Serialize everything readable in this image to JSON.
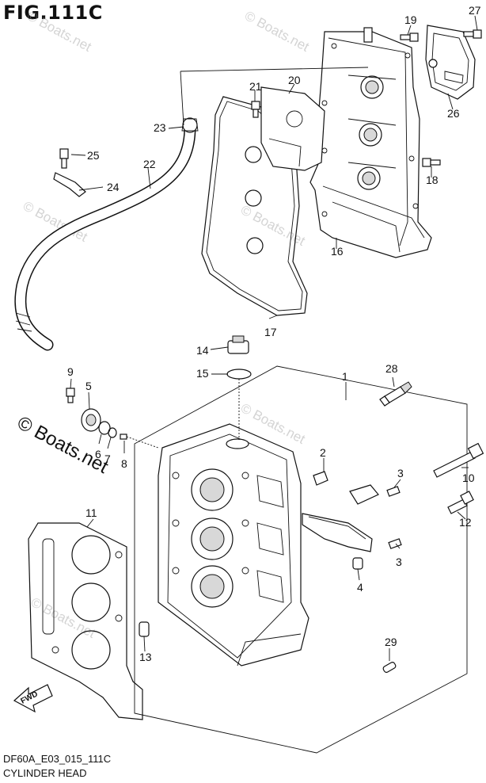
{
  "figure": {
    "title": "FIG.111C",
    "doc_code": "DF60A_E03_015_111C",
    "caption": "CYLINDER HEAD",
    "direction_arrow_label": "FWD"
  },
  "watermark": {
    "text": "© Boats.net",
    "repeat_text": "© Boats.net"
  },
  "callouts": {
    "c1": "1",
    "c2": "2",
    "c3a": "3",
    "c3b": "3",
    "c4": "4",
    "c5": "5",
    "c6": "6",
    "c7": "7",
    "c8": "8",
    "c9": "9",
    "c10": "10",
    "c11": "11",
    "c12": "12",
    "c13": "13",
    "c14": "14",
    "c15": "15",
    "c16": "16",
    "c17": "17",
    "c18": "18",
    "c19": "19",
    "c20": "20",
    "c21": "21",
    "c22": "22",
    "c23": "23",
    "c24": "24",
    "c25": "25",
    "c26": "26",
    "c27": "27",
    "c28": "28",
    "c29": "29"
  },
  "colors": {
    "line": "#111111",
    "background": "#ffffff",
    "watermark": "#a0a0a0"
  }
}
